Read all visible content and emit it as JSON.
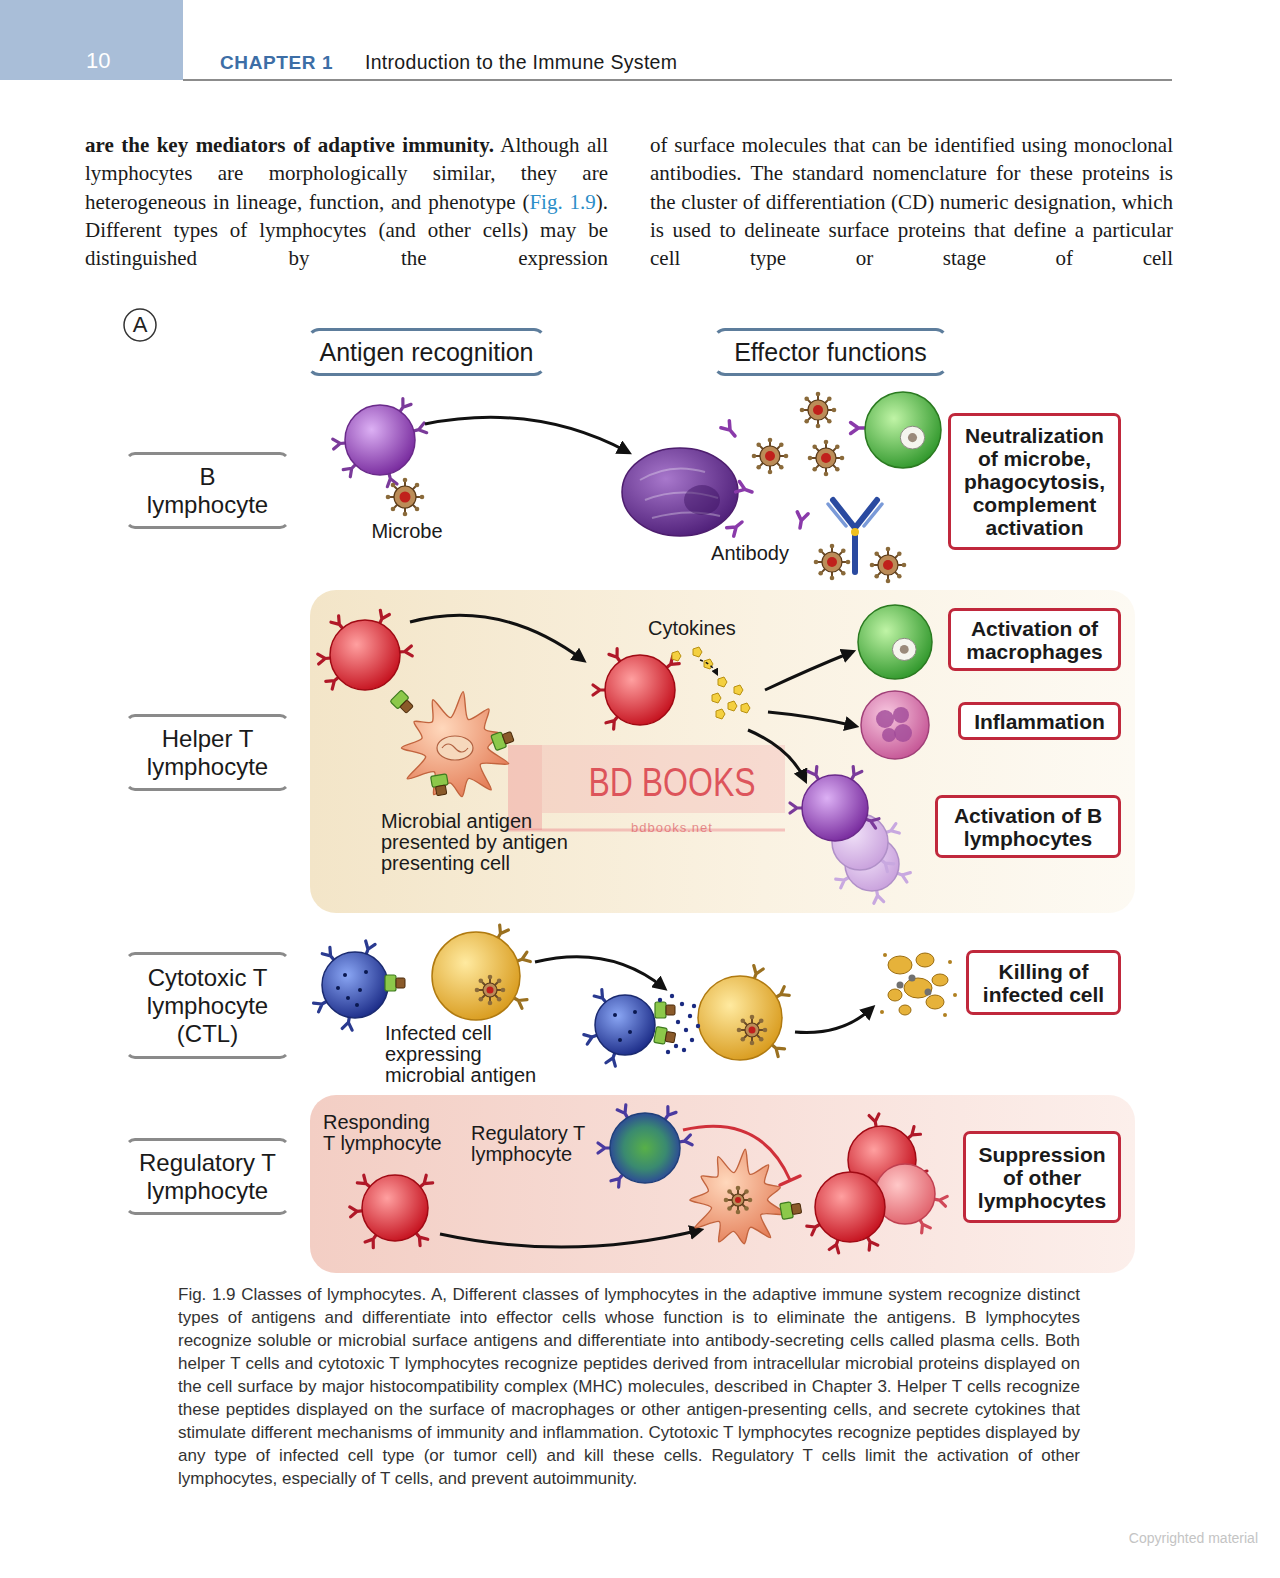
{
  "diagram": {
    "caption": "Fig. 1.9 Classes of lymphocytes. A, Different classes of lymphocytes in the adaptive immune system recognize distinct types of antigens and differentiate into effector cells whose function is to eliminate the antigens. B lymphocytes recognize soluble or microbial surface antigens and differentiate into antibody-secreting cells called plasma cells. Both helper T cells and cytotoxic T lymphocytes recognize peptides derived from intracellular microbial proteins displayed on the cell surface by major histocompatibility complex (MHC) molecules, described in Chapter 3. Helper T cells recognize these peptides displayed on the surface of macrophages or other antigen-presenting cells, and secrete cytokines that stimulate different mechanisms of immunity and inflammation. Cytotoxic T lymphocytes recognize peptides displayed by any type of infected cell type (or tumor cell) and kill these cells. Regulatory T cells limit the activation of other lymphocytes, especially of T cells, and prevent autoimmunity.",
    "nodes": [
      {
        "text": [
          "Antigen recognition"
        ]
      },
      {
        "text": [
          "Effector functions"
        ]
      },
      {
        "text": [
          "B lymphocyte"
        ]
      },
      {
        "text": [
          "Neutralization of microbe, phagocytosis, complement activation"
        ]
      },
      {
        "text": [
          "Helper T lymphocyte"
        ]
      },
      {
        "text": [
          "Cytokines",
          "Microbial antigen presented by antigen presenting cell"
        ]
      },
      {
        "text": [
          "Activation of macrophages"
        ],
        "in": 5
      },
      {
        "text": [
          "Inflammation"
        ],
        "in": 5
      },
      {
        "text": [
          "Activation of B lymphocytes"
        ],
        "in": 5
      },
      {
        "text": [
          "Cytotoxic T lymphocyte (CTL)"
        ]
      },
      {
        "text": [
          "Killing of infected cell"
        ]
      },
      {
        "text": [
          "Regulatory T lymphocyte"
        ]
      },
      {
        "text": [
          "Responding T lymphocyte",
          "Regulatory T lymphocyte"
        ]
      },
      {
        "text": [
          "Suppression of other lymphocytes"
        ],
        "in": 12
      }
    ],
    "labels": [
      "10",
      "CHAPTER 1",
      "Introduction to the Immune System",
      "are the key mediators of adaptive immunity.",
      "Although all lymphocytes are morphologically similar, they are heterogeneous in lineage, function, and phenotype (",
      "Fig. 1.9",
      "). Different types of lymphocytes (and other cells) may be distinguished by the expression",
      "of surface molecules that can be identified using monoclonal antibodies. The standard nomenclature for these proteins is the cluster of differentiation (CD) numeric designation, which is used to delineate surface proteins that define a particular cell type or stage of cell",
      "A",
      "Microbe",
      "Antibody",
      "Infected cell expressing microbial antigen",
      "BD BOOKS",
      "bdbooks.net",
      "Copyrighted material"
    ]
  }
}
